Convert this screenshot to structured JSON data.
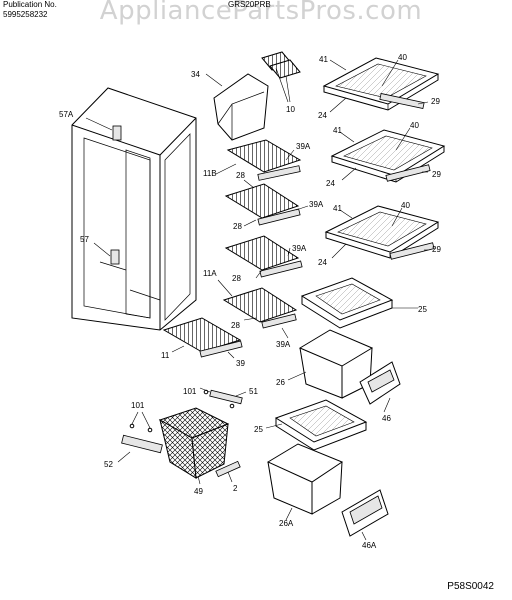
{
  "header": {
    "publication_label": "Publication No.",
    "publication_number": "5995258232",
    "model": "GRS20PRB",
    "watermark": "AppliancePartsPros.com"
  },
  "figure_id": "P58S0042",
  "callouts": {
    "c34": "34",
    "c10": "10",
    "c41a": "41",
    "c40a": "40",
    "c24a": "24",
    "c29a": "29",
    "c57a": "57A",
    "c57": "57",
    "c11b": "11B",
    "c39aa": "39A",
    "c28a": "28",
    "c28b": "28",
    "c39ab": "39A",
    "c41b": "41",
    "c40b": "40",
    "c24b": "24",
    "c29b": "29",
    "c41c": "41",
    "c40c": "40",
    "c24c": "24",
    "c29c": "29",
    "c39ac": "39A",
    "c11a": "11A",
    "c28c": "28",
    "c25a": "25",
    "c28d": "28",
    "c39ad": "39A",
    "c11": "11",
    "c39": "39",
    "c26": "26",
    "c46": "46",
    "c101a": "101",
    "c51": "51",
    "c101b": "101",
    "c25b": "25",
    "c52": "52",
    "c49": "49",
    "c2": "2",
    "c26a": "26A",
    "c46a": "46A"
  }
}
